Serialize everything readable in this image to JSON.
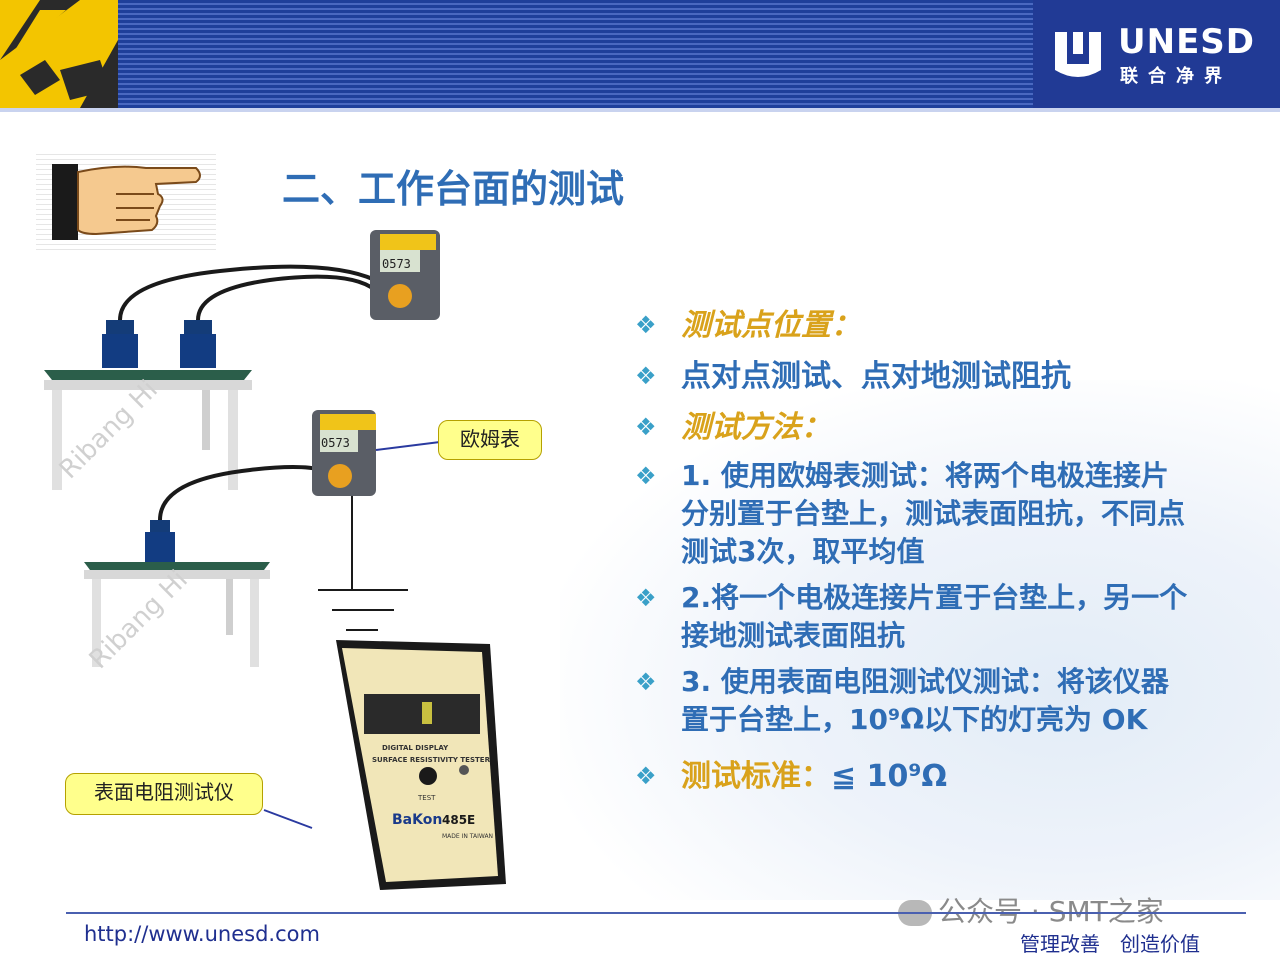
{
  "header": {
    "logo_text": "UNESD",
    "logo_sub": "联合净界"
  },
  "title": "二、工作台面的测试",
  "bullets": [
    {
      "text": "测试点位置：",
      "style": "yellow"
    },
    {
      "text": "点对点测试、点对地测试阻抗",
      "style": "blue"
    },
    {
      "text": "测试方法：",
      "style": "yellow"
    },
    {
      "text": "1. 使用欧姆表测试：将两个电极连接片分别置于台垫上，测试表面阻抗，不同点测试3次，取平均值",
      "style": "blue-small"
    },
    {
      "text": "2.将一个电极连接片置于台垫上，另一个接地测试表面阻抗",
      "style": "blue-small"
    },
    {
      "text": "3. 使用表面电阻测试仪测试：将该仪器置于台垫上，10⁹Ω以下的灯亮为 OK",
      "style": "blue-small"
    },
    {
      "text": "测试标准：",
      "style": "yellow",
      "suffix": "≦ 10⁹Ω"
    }
  ],
  "labels": {
    "ohm_meter": "欧姆表",
    "surface_tester": "表面电阻测试仪"
  },
  "meter": {
    "display": "0573"
  },
  "tester": {
    "line1": "DIGITAL DISPLAY",
    "line2": "SURFACE RESISTIVITY TESTER",
    "button": "TEST",
    "brand": "BaKon",
    "model": "485E",
    "made": "MADE IN TAIWAN"
  },
  "watermark": "Ribang Hi",
  "footer": {
    "url": "http://www.unesd.com",
    "slogan": "管理改善　创造价值",
    "wechat": "公众号 · SMT之家"
  },
  "colors": {
    "header_blue": "#213a95",
    "title_blue": "#2f6db5",
    "heading_yellow": "#d9a21b",
    "label_yellow": "#ffff8c"
  }
}
